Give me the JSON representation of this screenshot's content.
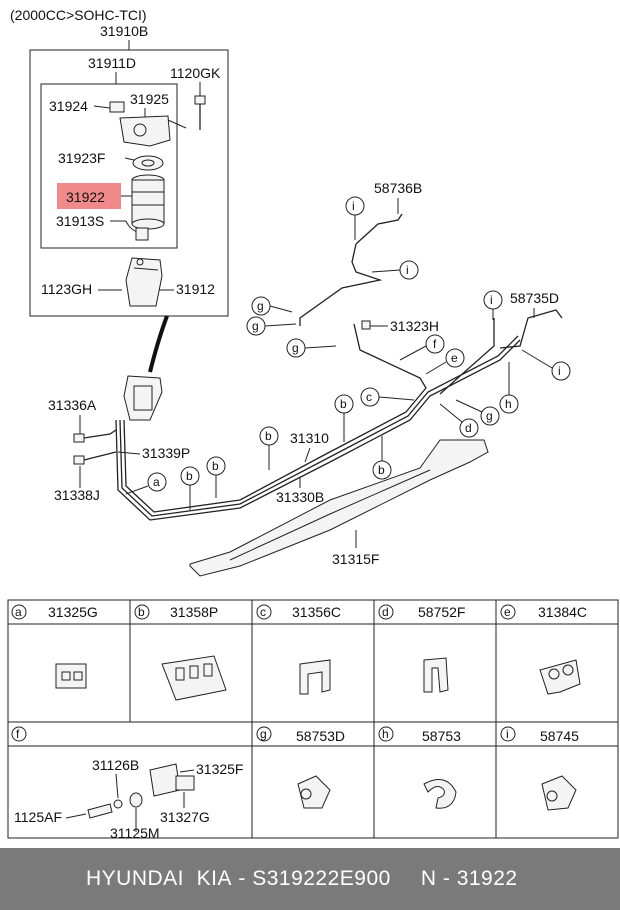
{
  "header_note": "(2000CC>SOHC-TCI)",
  "diagram_labels": {
    "p31910B": "31910B",
    "p31911D": "31911D",
    "p1120GK": "1120GK",
    "p31924": "31924",
    "p31925": "31925",
    "p31923F": "31923F",
    "p31922": "31922",
    "p31913S": "31913S",
    "p1123GH": "1123GH",
    "p31912": "31912",
    "p58736B": "58736B",
    "p58735D": "58735D",
    "p31323H": "31323H",
    "p31336A": "31336A",
    "p31339P": "31339P",
    "p31338J": "31338J",
    "p31310": "31310",
    "p31330B": "31330B",
    "p31315F": "31315F"
  },
  "callout_letters": {
    "a": "a",
    "b": "b",
    "c": "c",
    "d": "d",
    "e": "e",
    "f": "f",
    "g": "g",
    "h": "h",
    "i": "i"
  },
  "legend": {
    "row1": [
      {
        "letter": "a",
        "code": "31325G"
      },
      {
        "letter": "b",
        "code": "31358P"
      },
      {
        "letter": "c",
        "code": "31356C"
      },
      {
        "letter": "d",
        "code": "58752F"
      },
      {
        "letter": "e",
        "code": "31384C"
      }
    ],
    "row2_f": {
      "letter": "f",
      "parts": {
        "p31126B": "31126B",
        "p31325F": "31325F",
        "p1125AF": "1125AF",
        "p31125M": "31125M",
        "p31327G": "31327G"
      }
    },
    "row2": [
      {
        "letter": "g",
        "code": "58753D"
      },
      {
        "letter": "h",
        "code": "58753"
      },
      {
        "letter": "i",
        "code": "58745"
      }
    ]
  },
  "footer": {
    "brand": "HYUNDAI  KIA",
    "sep1": " - ",
    "part_number": "S319222E900",
    "n_label": "N",
    "sep2": " - ",
    "n_value": "31922"
  },
  "colors": {
    "highlight": "#f08a8a",
    "footer_bg": "#7a7a7a",
    "line": "#222222"
  }
}
